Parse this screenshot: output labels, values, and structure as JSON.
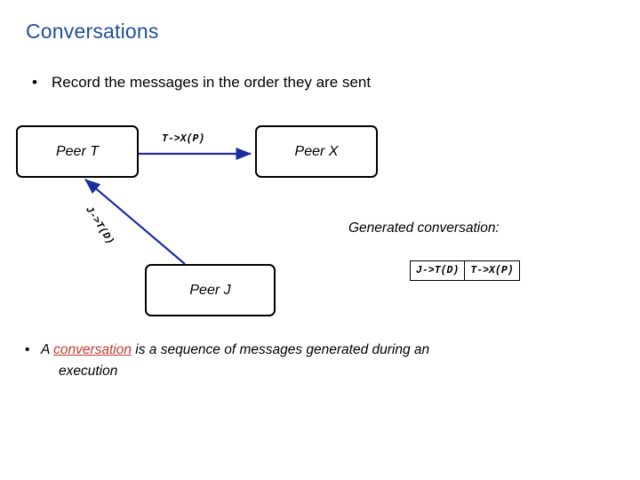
{
  "slide": {
    "title": "Conversations",
    "bullets": [
      {
        "marker": "•",
        "text": "Record the messages in the order they are sent"
      }
    ],
    "bottom_bullet": {
      "marker": "•",
      "text_before": "A ",
      "highlight": "conversation",
      "text_after": " is a sequence of messages generated during an",
      "text_line2": "execution"
    },
    "diagram": {
      "peers": [
        {
          "id": "peer-t",
          "label": "Peer T"
        },
        {
          "id": "peer-x",
          "label": "Peer X"
        },
        {
          "id": "peer-j",
          "label": "Peer J"
        }
      ],
      "messages": [
        {
          "id": "msg-tx",
          "label": "T->X(P)"
        },
        {
          "id": "msg-jt",
          "label": "J->T(D)"
        }
      ],
      "arrow_color": "#1a2ea0"
    },
    "generated": {
      "caption": "Generated conversation:",
      "sequence": [
        "J->T(D)",
        "T->X(P)"
      ]
    },
    "colors": {
      "title": "#1f4e9c",
      "highlight": "#c0392b",
      "arrow": "#1a2ea0",
      "text": "#000000"
    }
  }
}
